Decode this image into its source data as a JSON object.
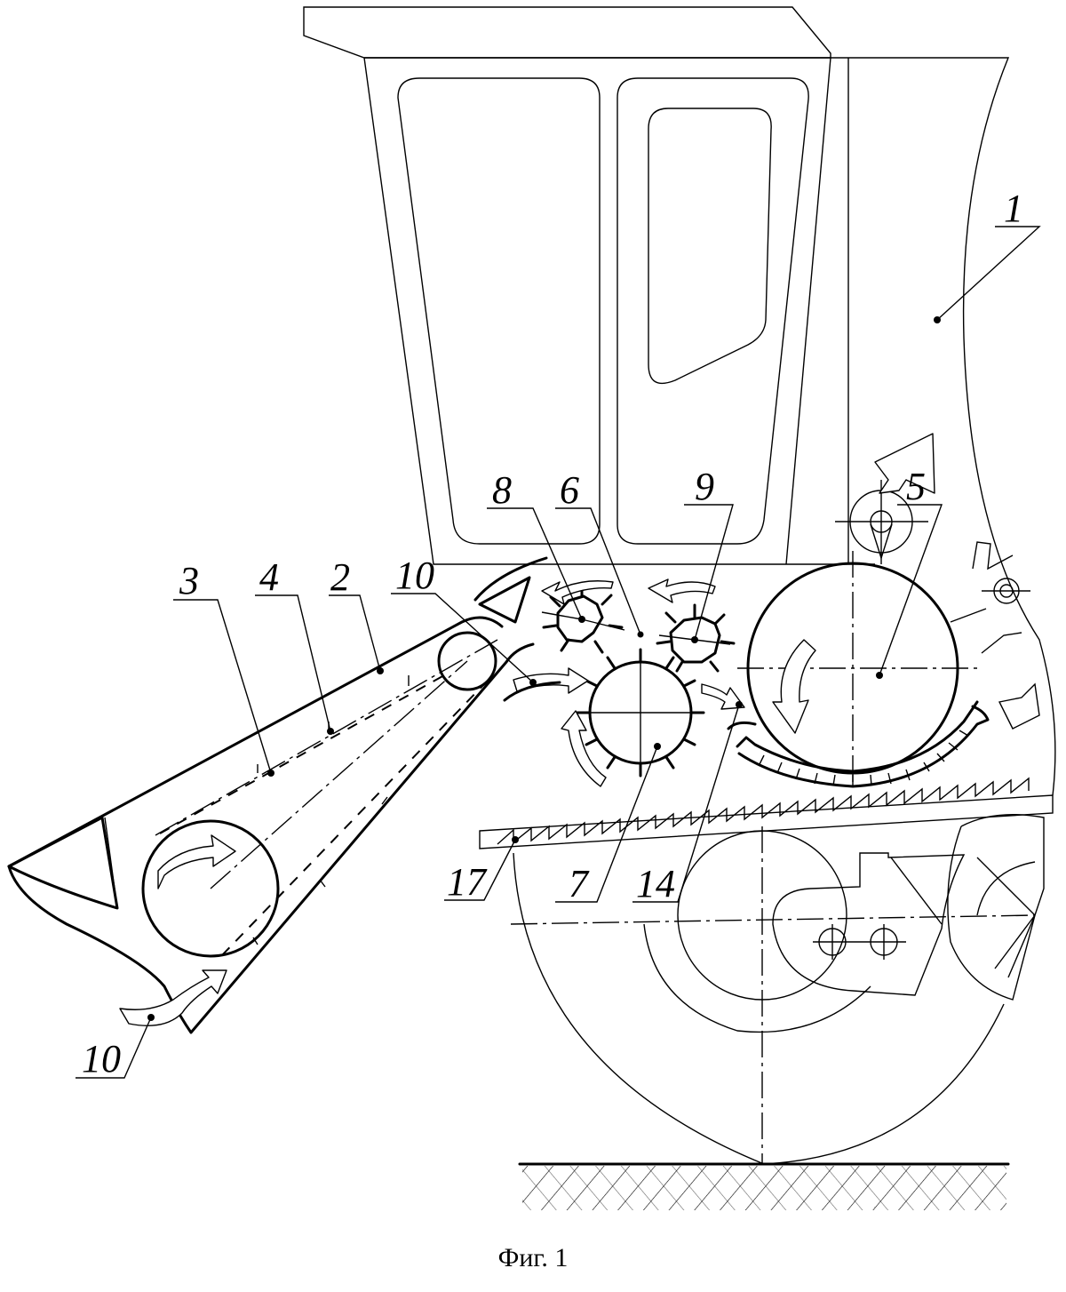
{
  "figure": {
    "caption": "Фиг. 1",
    "labels": {
      "l1": "1",
      "l2": "2",
      "l3": "3",
      "l4": "4",
      "l5": "5",
      "l6": "6",
      "l7": "7",
      "l8": "8",
      "l9": "9",
      "l10a": "10",
      "l10b": "10",
      "l14": "14",
      "l17": "17"
    }
  }
}
